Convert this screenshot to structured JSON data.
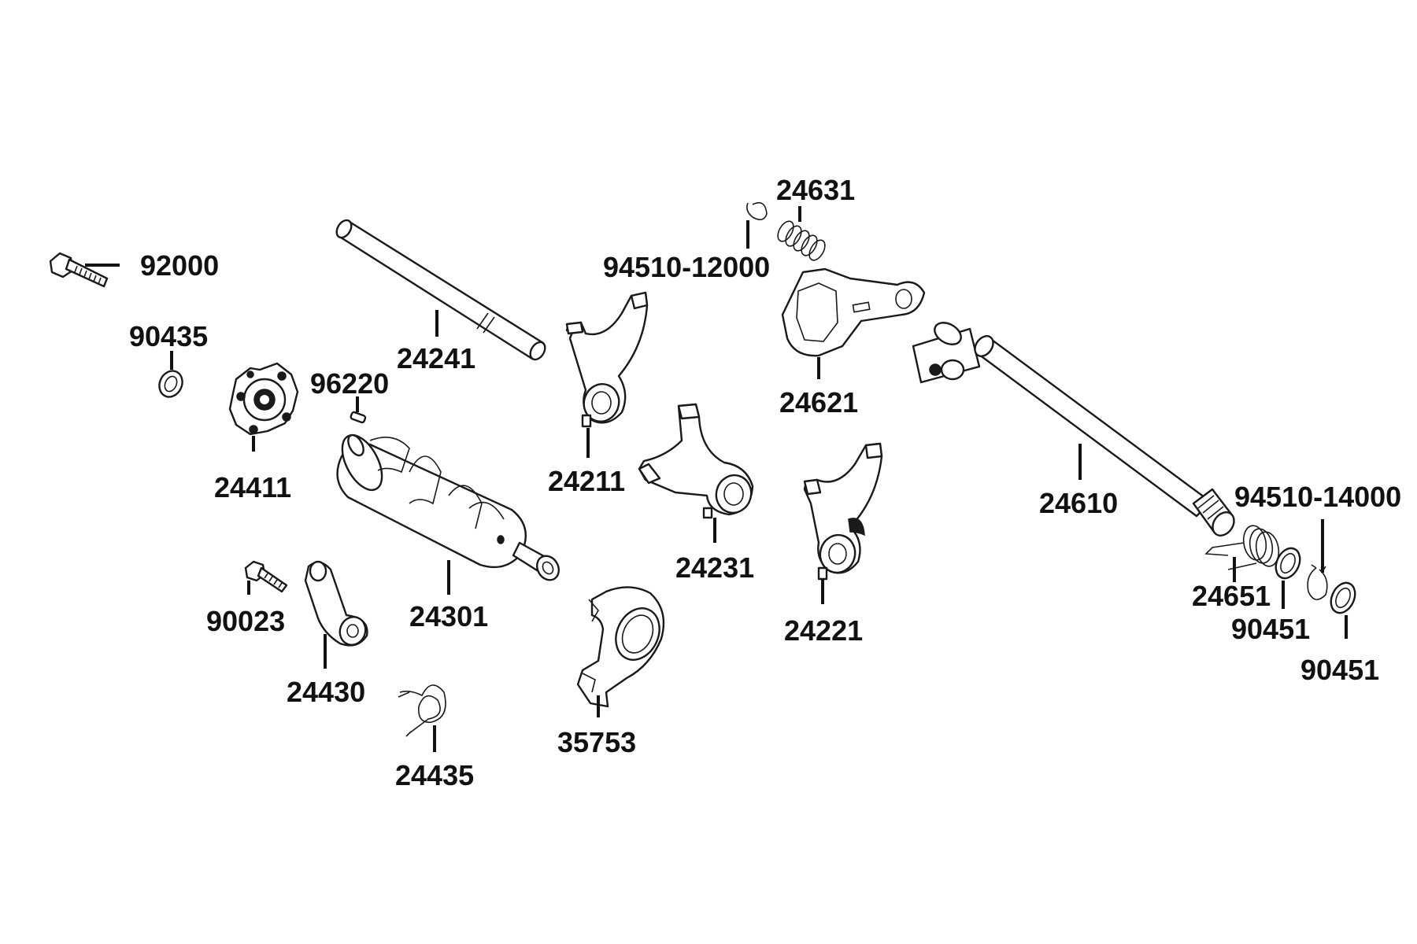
{
  "diagram": {
    "parts": [
      {
        "id": "p92000",
        "number": "92000"
      },
      {
        "id": "p90435",
        "number": "90435"
      },
      {
        "id": "p24411",
        "number": "24411"
      },
      {
        "id": "p96220",
        "number": "96220"
      },
      {
        "id": "p24241",
        "number": "24241"
      },
      {
        "id": "p24301",
        "number": "24301"
      },
      {
        "id": "p90023",
        "number": "90023"
      },
      {
        "id": "p24430",
        "number": "24430"
      },
      {
        "id": "p24435",
        "number": "24435"
      },
      {
        "id": "p35753",
        "number": "35753"
      },
      {
        "id": "p24211",
        "number": "24211"
      },
      {
        "id": "p24231",
        "number": "24231"
      },
      {
        "id": "p24221",
        "number": "24221"
      },
      {
        "id": "p24631",
        "number": "24631"
      },
      {
        "id": "p94510_12000",
        "number": "94510-12000"
      },
      {
        "id": "p24621",
        "number": "24621"
      },
      {
        "id": "p24610",
        "number": "24610"
      },
      {
        "id": "p94510_14000",
        "number": "94510-14000"
      },
      {
        "id": "p24651",
        "number": "24651"
      },
      {
        "id": "p90451a",
        "number": "90451"
      },
      {
        "id": "p90451b",
        "number": "90451"
      }
    ],
    "colors": {
      "line": "#111111",
      "background": "#ffffff"
    }
  }
}
